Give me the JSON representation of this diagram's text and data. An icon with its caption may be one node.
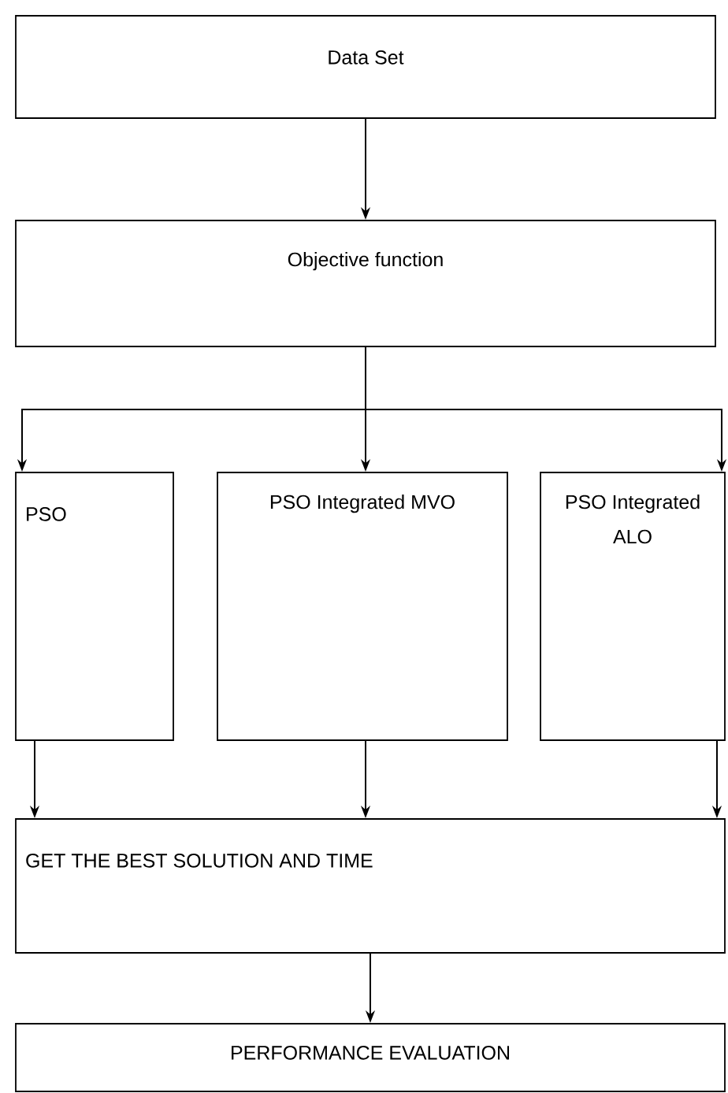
{
  "diagram": {
    "nodes": [
      {
        "text": [
          "Data Set"
        ]
      },
      {
        "text": [
          "Objective function"
        ]
      },
      {
        "text": [
          "PSO"
        ]
      },
      {
        "text": [
          "PSO Integrated MVO"
        ]
      },
      {
        "text": [
          "PSO Integrated ALO"
        ]
      },
      {
        "text": [
          "GET THE BEST SOLUTION AND TIME"
        ]
      },
      {
        "text": [
          "PERFORMANCE EVALUATION"
        ]
      }
    ],
    "edges": [
      {
        "from": 0,
        "to": 1,
        "arrow": "to"
      },
      {
        "from": 1,
        "to": 2,
        "arrow": "to"
      },
      {
        "from": 1,
        "to": 3,
        "arrow": "to"
      },
      {
        "from": 1,
        "to": 4,
        "arrow": "to"
      },
      {
        "from": 2,
        "to": 5,
        "arrow": "to"
      },
      {
        "from": 3,
        "to": 5,
        "arrow": "to"
      },
      {
        "from": 4,
        "to": 5,
        "arrow": "to"
      },
      {
        "from": 5,
        "to": 6,
        "arrow": "to"
      }
    ]
  }
}
